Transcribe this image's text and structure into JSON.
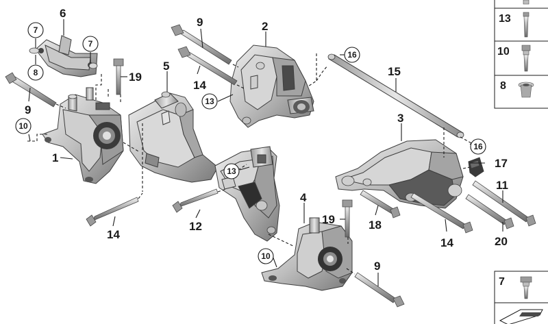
{
  "callouts": {
    "c1": "1",
    "c2": "2",
    "c3": "3",
    "c4": "4",
    "c5": "5",
    "c6": "6",
    "c7a": "7",
    "c7b": "7",
    "c8": "8",
    "c9a": "9",
    "c9b": "9",
    "c9c": "9",
    "c10a": "10",
    "c10b": "10",
    "c11": "11",
    "c12": "12",
    "c13a": "13",
    "c13b": "13",
    "c14a": "14",
    "c14b": "14",
    "c14c": "14",
    "c15": "15",
    "c16a": "16",
    "c16b": "16",
    "c17": "17",
    "c18": "18",
    "c19a": "19",
    "c19b": "19",
    "c20": "20"
  },
  "legend": {
    "top_label": "",
    "l13": "13",
    "l10": "10",
    "l8": "8",
    "l7": "7"
  },
  "colors": {
    "part_light": "#d4d4d4",
    "part_mid": "#a9a9a9",
    "part_dark": "#5e5e5e",
    "rubber": "#2b2b2b",
    "line": "#1a1a1a"
  }
}
